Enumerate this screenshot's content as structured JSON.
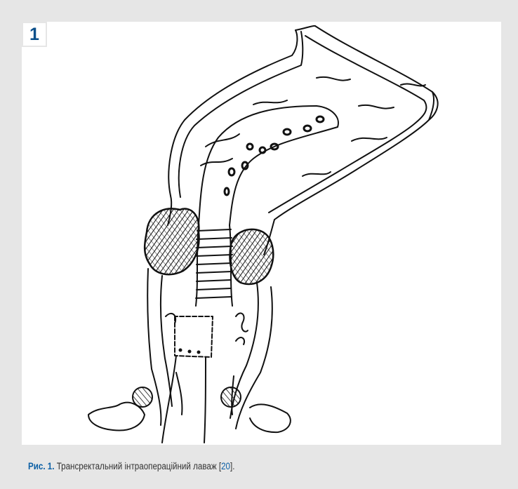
{
  "figure": {
    "number": "1",
    "caption": {
      "label": "Рис. 1.",
      "text": " Трансректальний інтраопераційний лаваж [",
      "reference": "20",
      "suffix": "]."
    }
  },
  "colors": {
    "accent": "#0b5fa5",
    "panel_background": "#e6e6e6",
    "figure_background": "#ffffff",
    "ink": "#111111"
  }
}
